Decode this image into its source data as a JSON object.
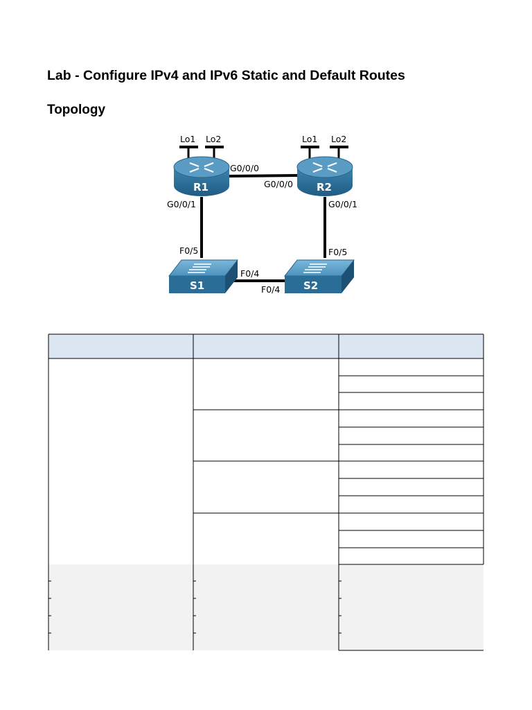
{
  "document": {
    "title": "Lab - Configure IPv4 and IPv6 Static and Default Routes",
    "section_heading": "Topology"
  },
  "topology": {
    "routers": [
      {
        "name": "R1",
        "loopbacks": [
          "Lo1",
          "Lo2"
        ]
      },
      {
        "name": "R2",
        "loopbacks": [
          "Lo1",
          "Lo2"
        ]
      }
    ],
    "switches": [
      {
        "name": "S1"
      },
      {
        "name": "S2"
      }
    ],
    "interfaces": {
      "r1_to_r2": "G0/0/0",
      "r2_to_r1": "G0/0/0",
      "r1_to_s1": "G0/0/1",
      "r2_to_s2": "G0/0/1",
      "s1_to_r1": "F0/5",
      "s2_to_r2": "F0/5",
      "s1_to_s2": "F0/4",
      "s2_to_s1": "F0/4"
    },
    "colors": {
      "router_body": "#2e6f96",
      "router_top": "#5a9cc3",
      "switch_body": "#2a6e98",
      "switch_top": "#5a9fc6",
      "link": "#000000"
    }
  },
  "address_table": {
    "header_fill": "#dce5f2",
    "shaded_fill": "#f2f2f2"
  }
}
